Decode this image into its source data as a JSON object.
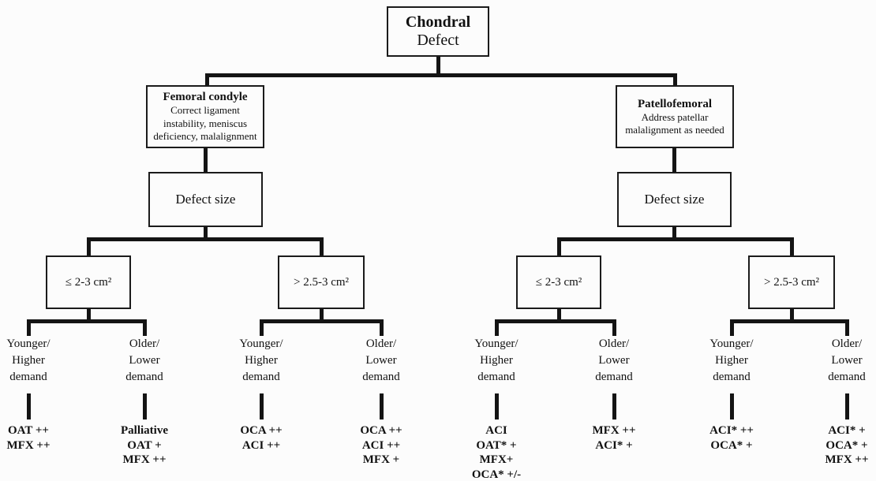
{
  "root": {
    "title": "Chondral",
    "subtitle": "Defect"
  },
  "branches": [
    {
      "title": "Femoral condyle",
      "note": "Correct ligament instability, meniscus deficiency, malalignment",
      "size_node": "Defect size",
      "sizes": [
        {
          "label": "≤ 2-3 cm²",
          "options": [
            {
              "demand_lines": [
                "Younger/",
                "Higher",
                "demand"
              ],
              "treatment_lines": [
                "OAT ++",
                "MFX ++"
              ]
            },
            {
              "demand_lines": [
                "Older/",
                "Lower",
                "demand"
              ],
              "treatment_lines": [
                "Palliative",
                "OAT +",
                "MFX ++"
              ]
            }
          ]
        },
        {
          "label": "> 2.5-3 cm²",
          "options": [
            {
              "demand_lines": [
                "Younger/",
                "Higher",
                "demand"
              ],
              "treatment_lines": [
                "OCA ++",
                "ACI ++"
              ]
            },
            {
              "demand_lines": [
                "Older/",
                "Lower",
                "demand"
              ],
              "treatment_lines": [
                "OCA ++",
                "ACI ++",
                "MFX +"
              ]
            }
          ]
        }
      ]
    },
    {
      "title": "Patellofemoral",
      "note": "Address patellar malalignment as needed",
      "size_node": "Defect size",
      "sizes": [
        {
          "label": "≤ 2-3 cm²",
          "options": [
            {
              "demand_lines": [
                "Younger/",
                "Higher",
                "demand"
              ],
              "treatment_lines": [
                "ACI",
                "OAT* +",
                "MFX+",
                "OCA* +/-"
              ]
            },
            {
              "demand_lines": [
                "Older/",
                "Lower",
                "demand"
              ],
              "treatment_lines": [
                "MFX ++",
                "ACI* +"
              ]
            }
          ]
        },
        {
          "label": "> 2.5-3 cm²",
          "options": [
            {
              "demand_lines": [
                "Younger/",
                "Higher",
                "demand"
              ],
              "treatment_lines": [
                "ACI* ++",
                "OCA* +"
              ]
            },
            {
              "demand_lines": [
                "Older/",
                "Lower",
                "demand"
              ],
              "treatment_lines": [
                "ACI* +",
                "OCA* +",
                "MFX ++"
              ]
            }
          ]
        }
      ]
    }
  ]
}
